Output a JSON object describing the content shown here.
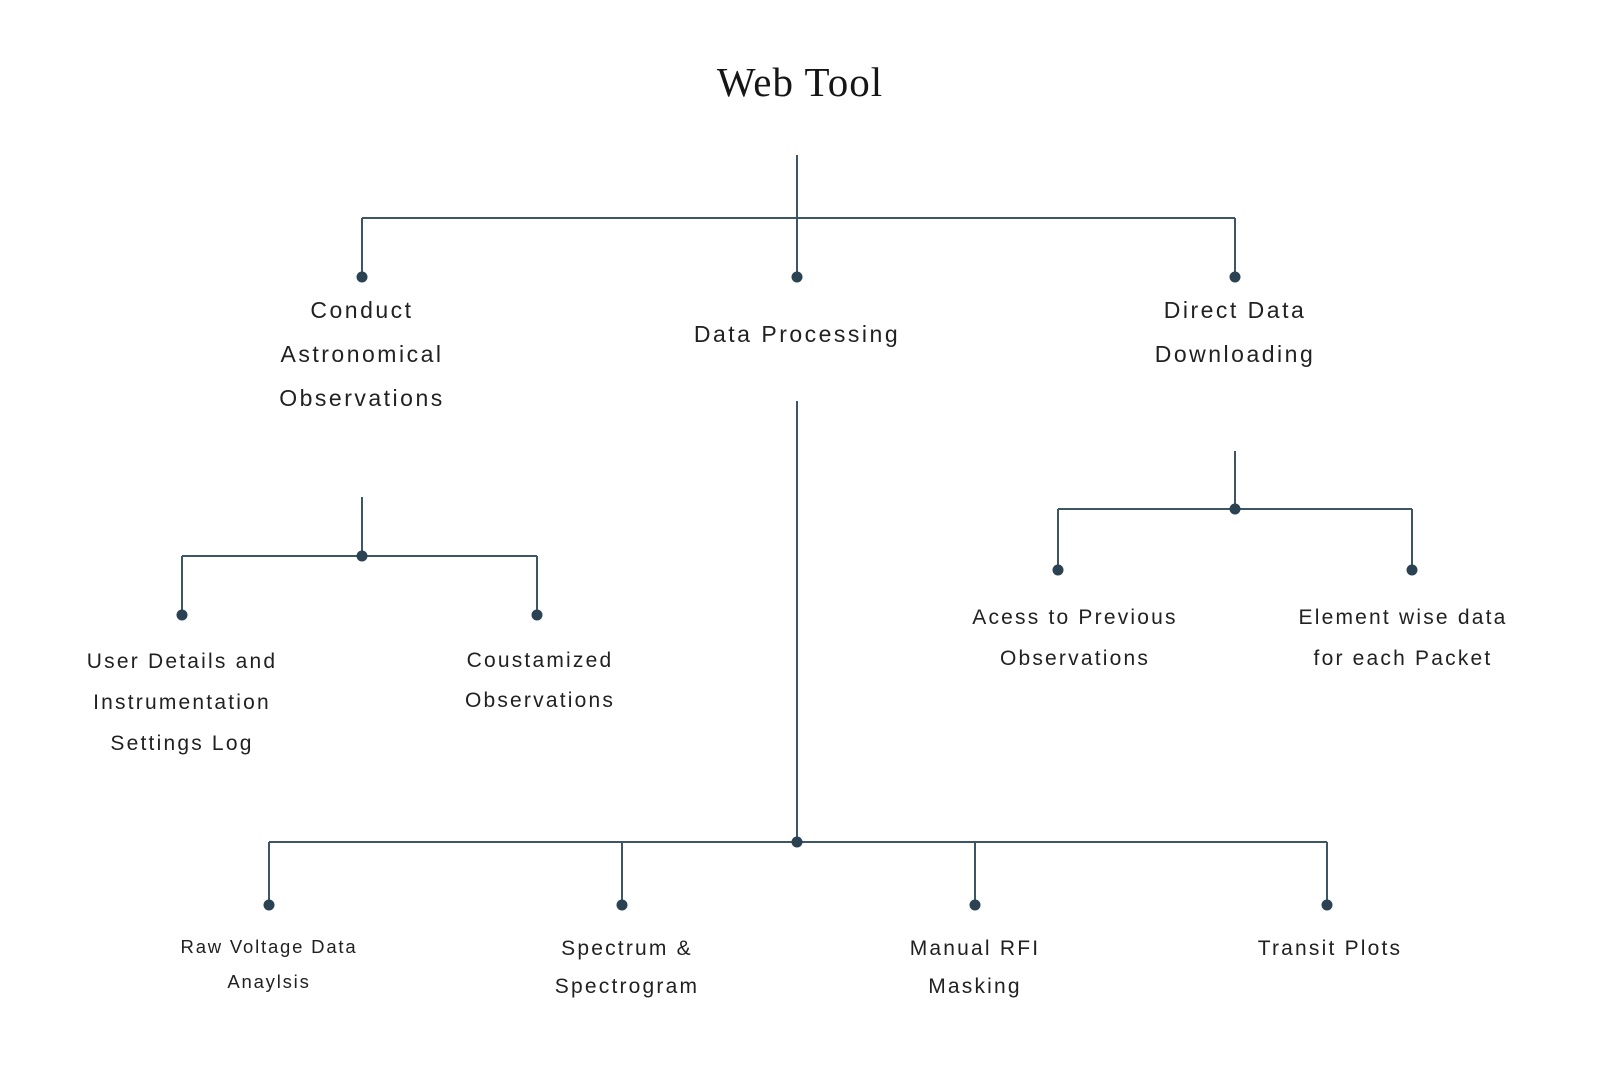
{
  "title": "Web Tool",
  "colors": {
    "background": "#ffffff",
    "line": "#3c5666",
    "dot": "#2b4253",
    "text": "#212121",
    "title-color": "#161616"
  },
  "nodes": {
    "conduct": {
      "lines": [
        "Conduct",
        "Astronomical",
        "Observations"
      ]
    },
    "data_processing": {
      "lines": [
        "Data Processing"
      ]
    },
    "direct_download": {
      "lines": [
        "Direct Data",
        "Downloading"
      ]
    },
    "user_details": {
      "lines": [
        "User Details and",
        "Instrumentation",
        "Settings Log"
      ]
    },
    "customized_obs": {
      "lines": [
        "Coustamized",
        "Observations"
      ]
    },
    "access_previous": {
      "lines": [
        "Acess to Previous",
        "Observations"
      ]
    },
    "element_wise": {
      "lines": [
        "Element wise data",
        "for each Packet"
      ]
    },
    "raw_voltage": {
      "lines": [
        "Raw Voltage Data",
        "Anaylsis"
      ]
    },
    "spectrum": {
      "lines": [
        "Spectrum &",
        "Spectrogram"
      ]
    },
    "rfi_masking": {
      "lines": [
        "Manual RFI",
        "Masking"
      ]
    },
    "transit_plots": {
      "lines": [
        "Transit Plots"
      ]
    }
  }
}
